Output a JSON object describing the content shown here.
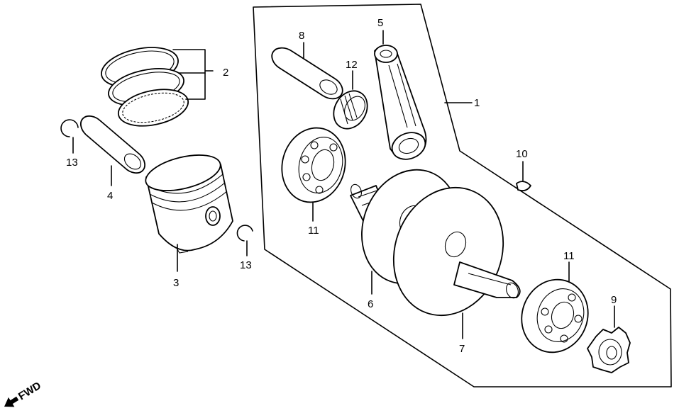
{
  "callouts": {
    "c1": "1",
    "c2": "2",
    "c3": "3",
    "c4": "4",
    "c5": "5",
    "c6": "6",
    "c7": "7",
    "c8": "8",
    "c9": "9",
    "c10": "10",
    "c11a": "11",
    "c11b": "11",
    "c12": "12",
    "c13a": "13",
    "c13b": "13"
  },
  "direction": {
    "label": "FWD",
    "icon": "arrow-down-left-icon"
  },
  "colors": {
    "ink": "#000000",
    "paper": "#ffffff"
  }
}
